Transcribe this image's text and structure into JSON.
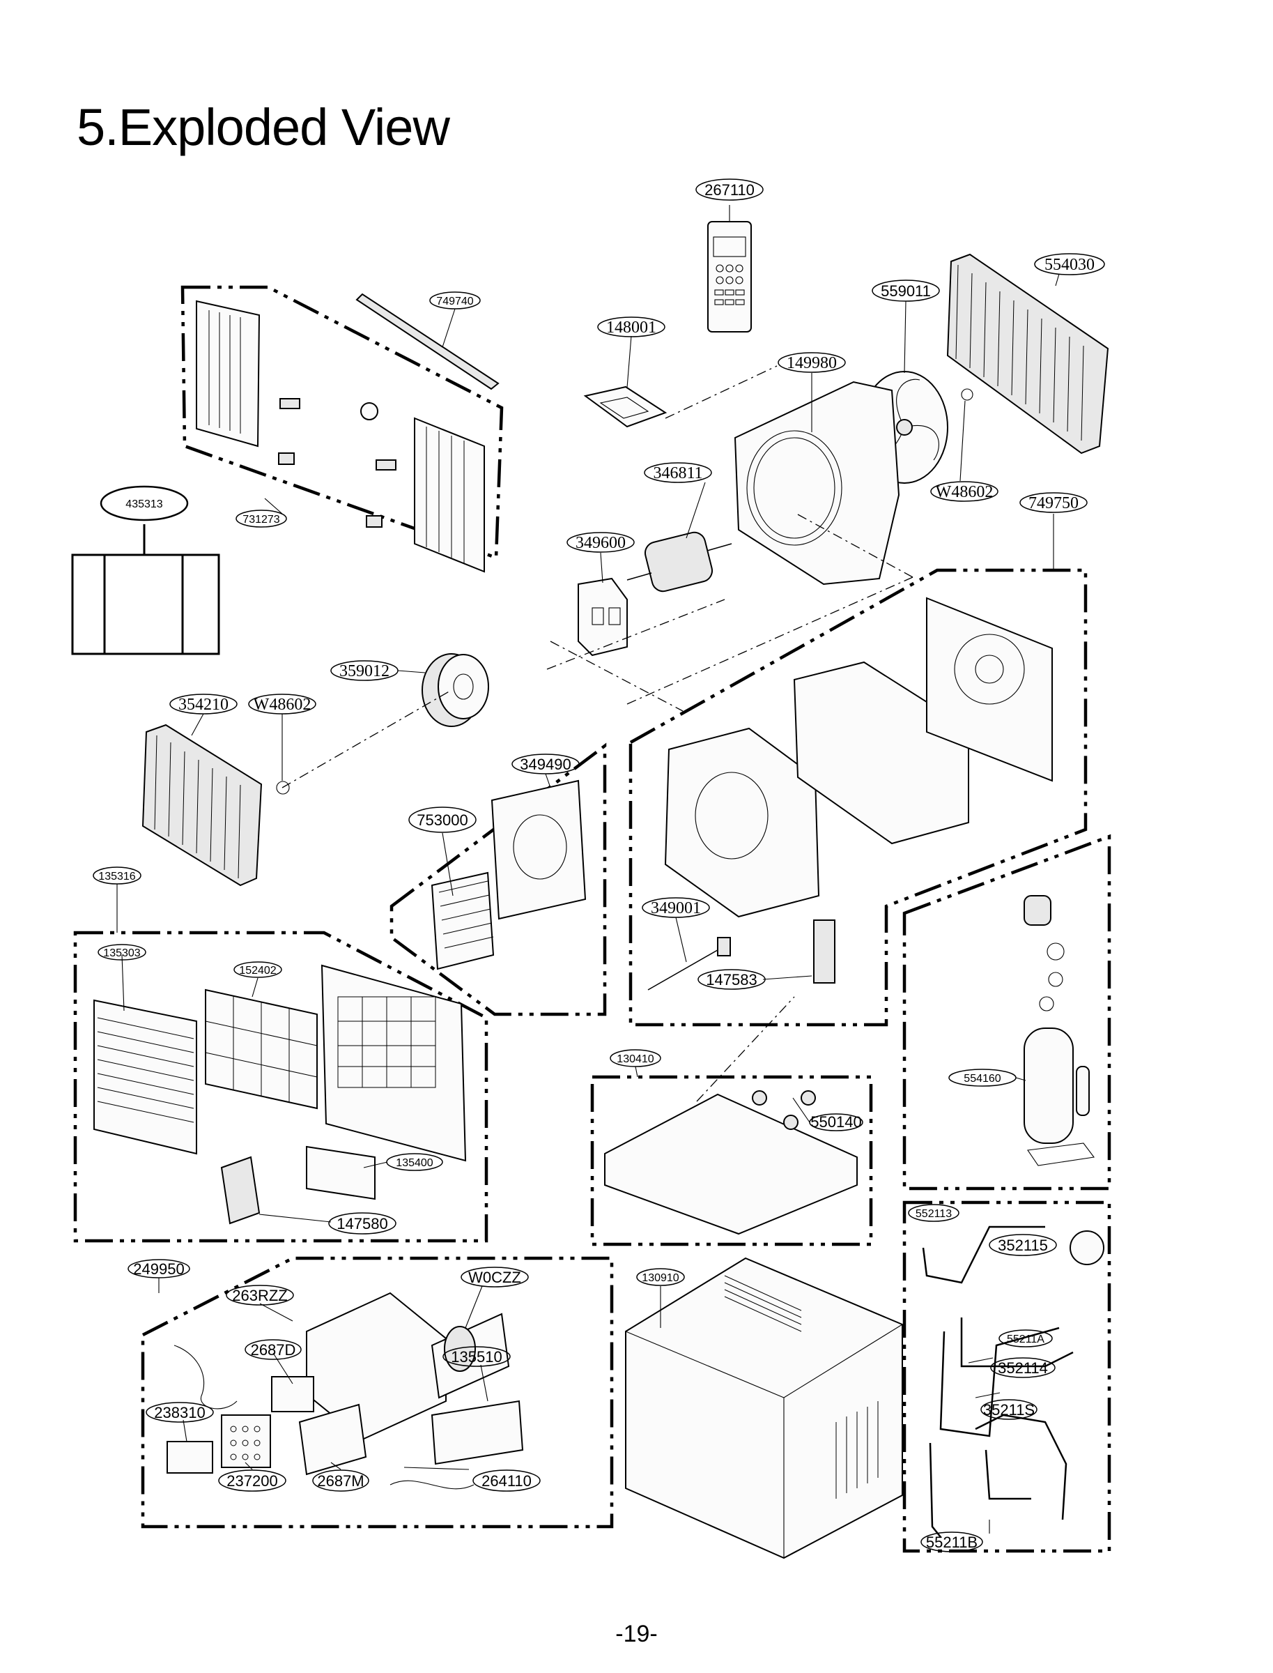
{
  "page": {
    "title": "5.Exploded View",
    "page_number": "-19-"
  },
  "part_labels": {
    "p267110": "267110",
    "p554030": "554030",
    "p559011": "559011",
    "p749740": "749740",
    "p148001": "148001",
    "p149980": "149980",
    "p346811": "346811",
    "pW48602a": "W48602",
    "p749750": "749750",
    "p435313": "435313",
    "p731273": "731273",
    "p349600": "349600",
    "p359012": "359012",
    "p354210": "354210",
    "pW48602b": "W48602",
    "p349490": "349490",
    "p753000": "753000",
    "p135316": "135316",
    "p349001": "349001",
    "p147583": "147583",
    "p135303": "135303",
    "p152402": "152402",
    "p130410": "130410",
    "p554160": "554160",
    "p550140": "550140",
    "p135400": "135400",
    "p147580": "147580",
    "p552113": "552113",
    "p352115": "352115",
    "p249950": "249950",
    "pW0CZZ": "W0CZZ",
    "p130910": "130910",
    "p263RZZ": "263RZZ",
    "p2687D": "2687D",
    "p135510": "135510",
    "p55211A": "55211A",
    "p352114": "352114",
    "p238310": "238310",
    "p35211S": "35211S",
    "p237200": "237200",
    "p2687M": "2687M",
    "p264110": "264110",
    "p55211B": "55211B"
  }
}
